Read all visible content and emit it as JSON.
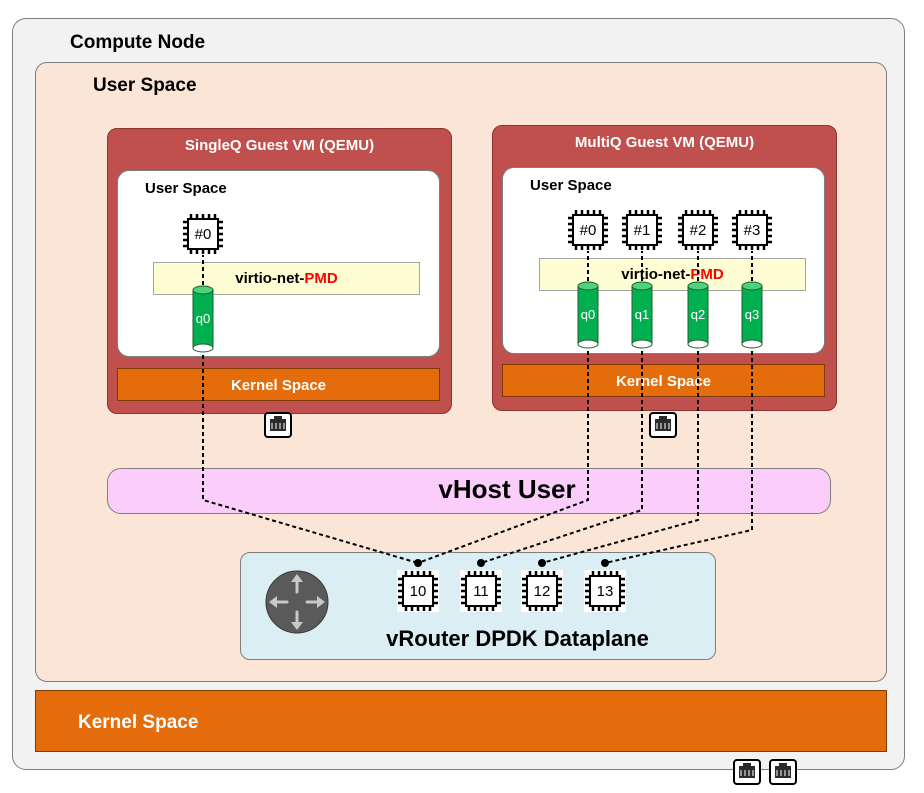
{
  "compute_node": {
    "title": "Compute Node"
  },
  "user_space": {
    "title": "User Space"
  },
  "single_vm": {
    "title": "SingleQ Guest VM (QEMU)",
    "user_space_label": "User Space",
    "pmd_prefix": "virtio-net-",
    "pmd_highlight": "PMD",
    "kernel_label": "Kernel Space",
    "cores": [
      "#0"
    ],
    "queues": [
      "q0"
    ]
  },
  "multi_vm": {
    "title": "MultiQ Guest VM (QEMU)",
    "user_space_label": "User Space",
    "pmd_prefix": "virtio-net-",
    "pmd_highlight": "PMD",
    "kernel_label": "Kernel Space",
    "cores": [
      "#0",
      "#1",
      "#2",
      "#3"
    ],
    "queues": [
      "q0",
      "q1",
      "q2",
      "q3"
    ]
  },
  "vhost": {
    "label": "vHost User"
  },
  "dataplane": {
    "label": "vRouter DPDK Dataplane",
    "cores": [
      "10",
      "11",
      "12",
      "13"
    ],
    "icon": "router-icon"
  },
  "kernel_space": {
    "label": "Kernel Space"
  },
  "colors": {
    "vm_red": "#c0504d",
    "kernel_orange": "#e46c0a",
    "queue_green": "#00b050",
    "vhost_pink": "#fbcdfb",
    "dataplane_blue": "#daeef3",
    "pmd_highlight": "#ff0000"
  }
}
